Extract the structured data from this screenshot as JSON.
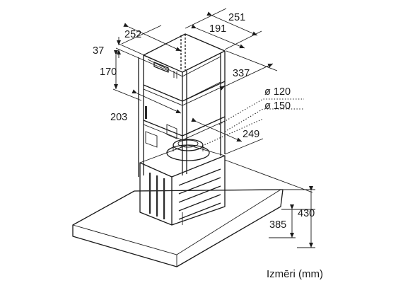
{
  "dimensions": {
    "top_depth": "251",
    "top_width": "252",
    "inner_width": "191",
    "top_offset": "37",
    "upper_height": "170",
    "right_depth": "337",
    "duct_small": "ø 120",
    "duct_large": "ø 150",
    "lower_left": "203",
    "lower_right": "249",
    "total_height": "430",
    "hood_height": "385"
  },
  "caption": "Izmēri (mm)",
  "colors": {
    "line": "#1a1a1a",
    "panel_fill": "#e3e3e3",
    "panel_top": "#d2d2d2",
    "background": "#ffffff"
  }
}
